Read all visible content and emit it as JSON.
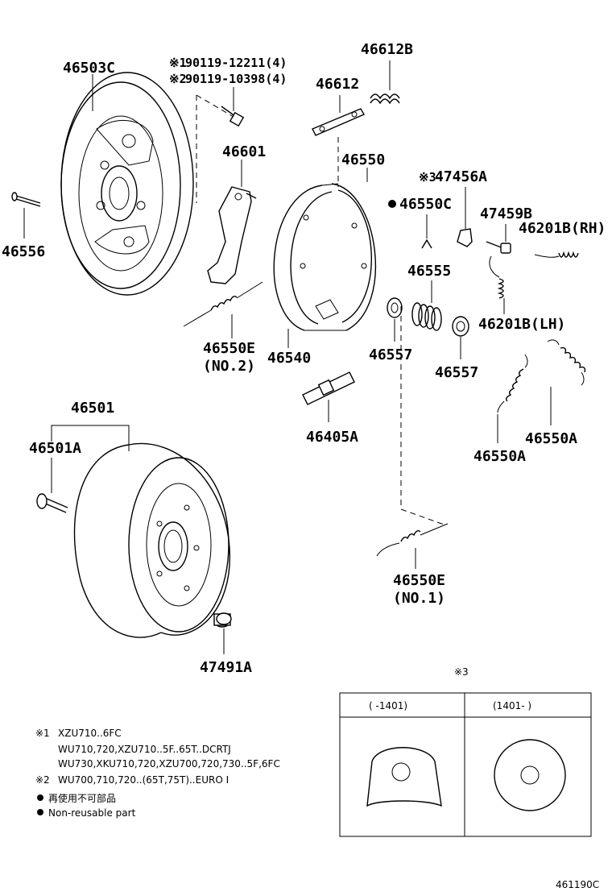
{
  "parts": {
    "p46503C": "46503C",
    "p90119_1_mark": "※1",
    "p90119_1": "90119-12211(4)",
    "p90119_2_mark": "※2",
    "p90119_2": "90119-10398(4)",
    "p46612B": "46612B",
    "p46612": "46612",
    "p46601": "46601",
    "p46550": "46550",
    "p47456A_mark": "※3",
    "p47456A": "47456A",
    "p46550C": "46550C",
    "p47459B": "47459B",
    "p46201B_RH": "46201B(RH)",
    "p46556": "46556",
    "p46555": "46555",
    "p46201B_LH": "46201B(LH)",
    "p46550E_2": "46550E",
    "p46550E_2_sub": "(NO.2)",
    "p46540": "46540",
    "p46557a": "46557",
    "p46557b": "46557",
    "p46501": "46501",
    "p46501A": "46501A",
    "p46405A": "46405A",
    "p46550A_a": "46550A",
    "p46550A_b": "46550A",
    "p46550E_1": "46550E",
    "p46550E_1_sub": "(NO.1)",
    "p47491A": "47491A"
  },
  "table": {
    "mark": "※3",
    "col1": "(    -1401)",
    "col2": "(1401-      )"
  },
  "notes": {
    "n1_mark": "※1",
    "n1_line1": "XZU710..6FC",
    "n1_line2": "WU710,720,XZU710..5F..65T..DCRTJ",
    "n1_line3": "WU730,XKU710,720,XZU700,720,730..5F,6FC",
    "n2_mark": "※2",
    "n2_line1": "WU700,710,720..(65T,75T)..EURO I",
    "legend1": "再使用不可部品",
    "legend2": "Non-reusable part"
  },
  "footer": {
    "code": "461190C"
  }
}
